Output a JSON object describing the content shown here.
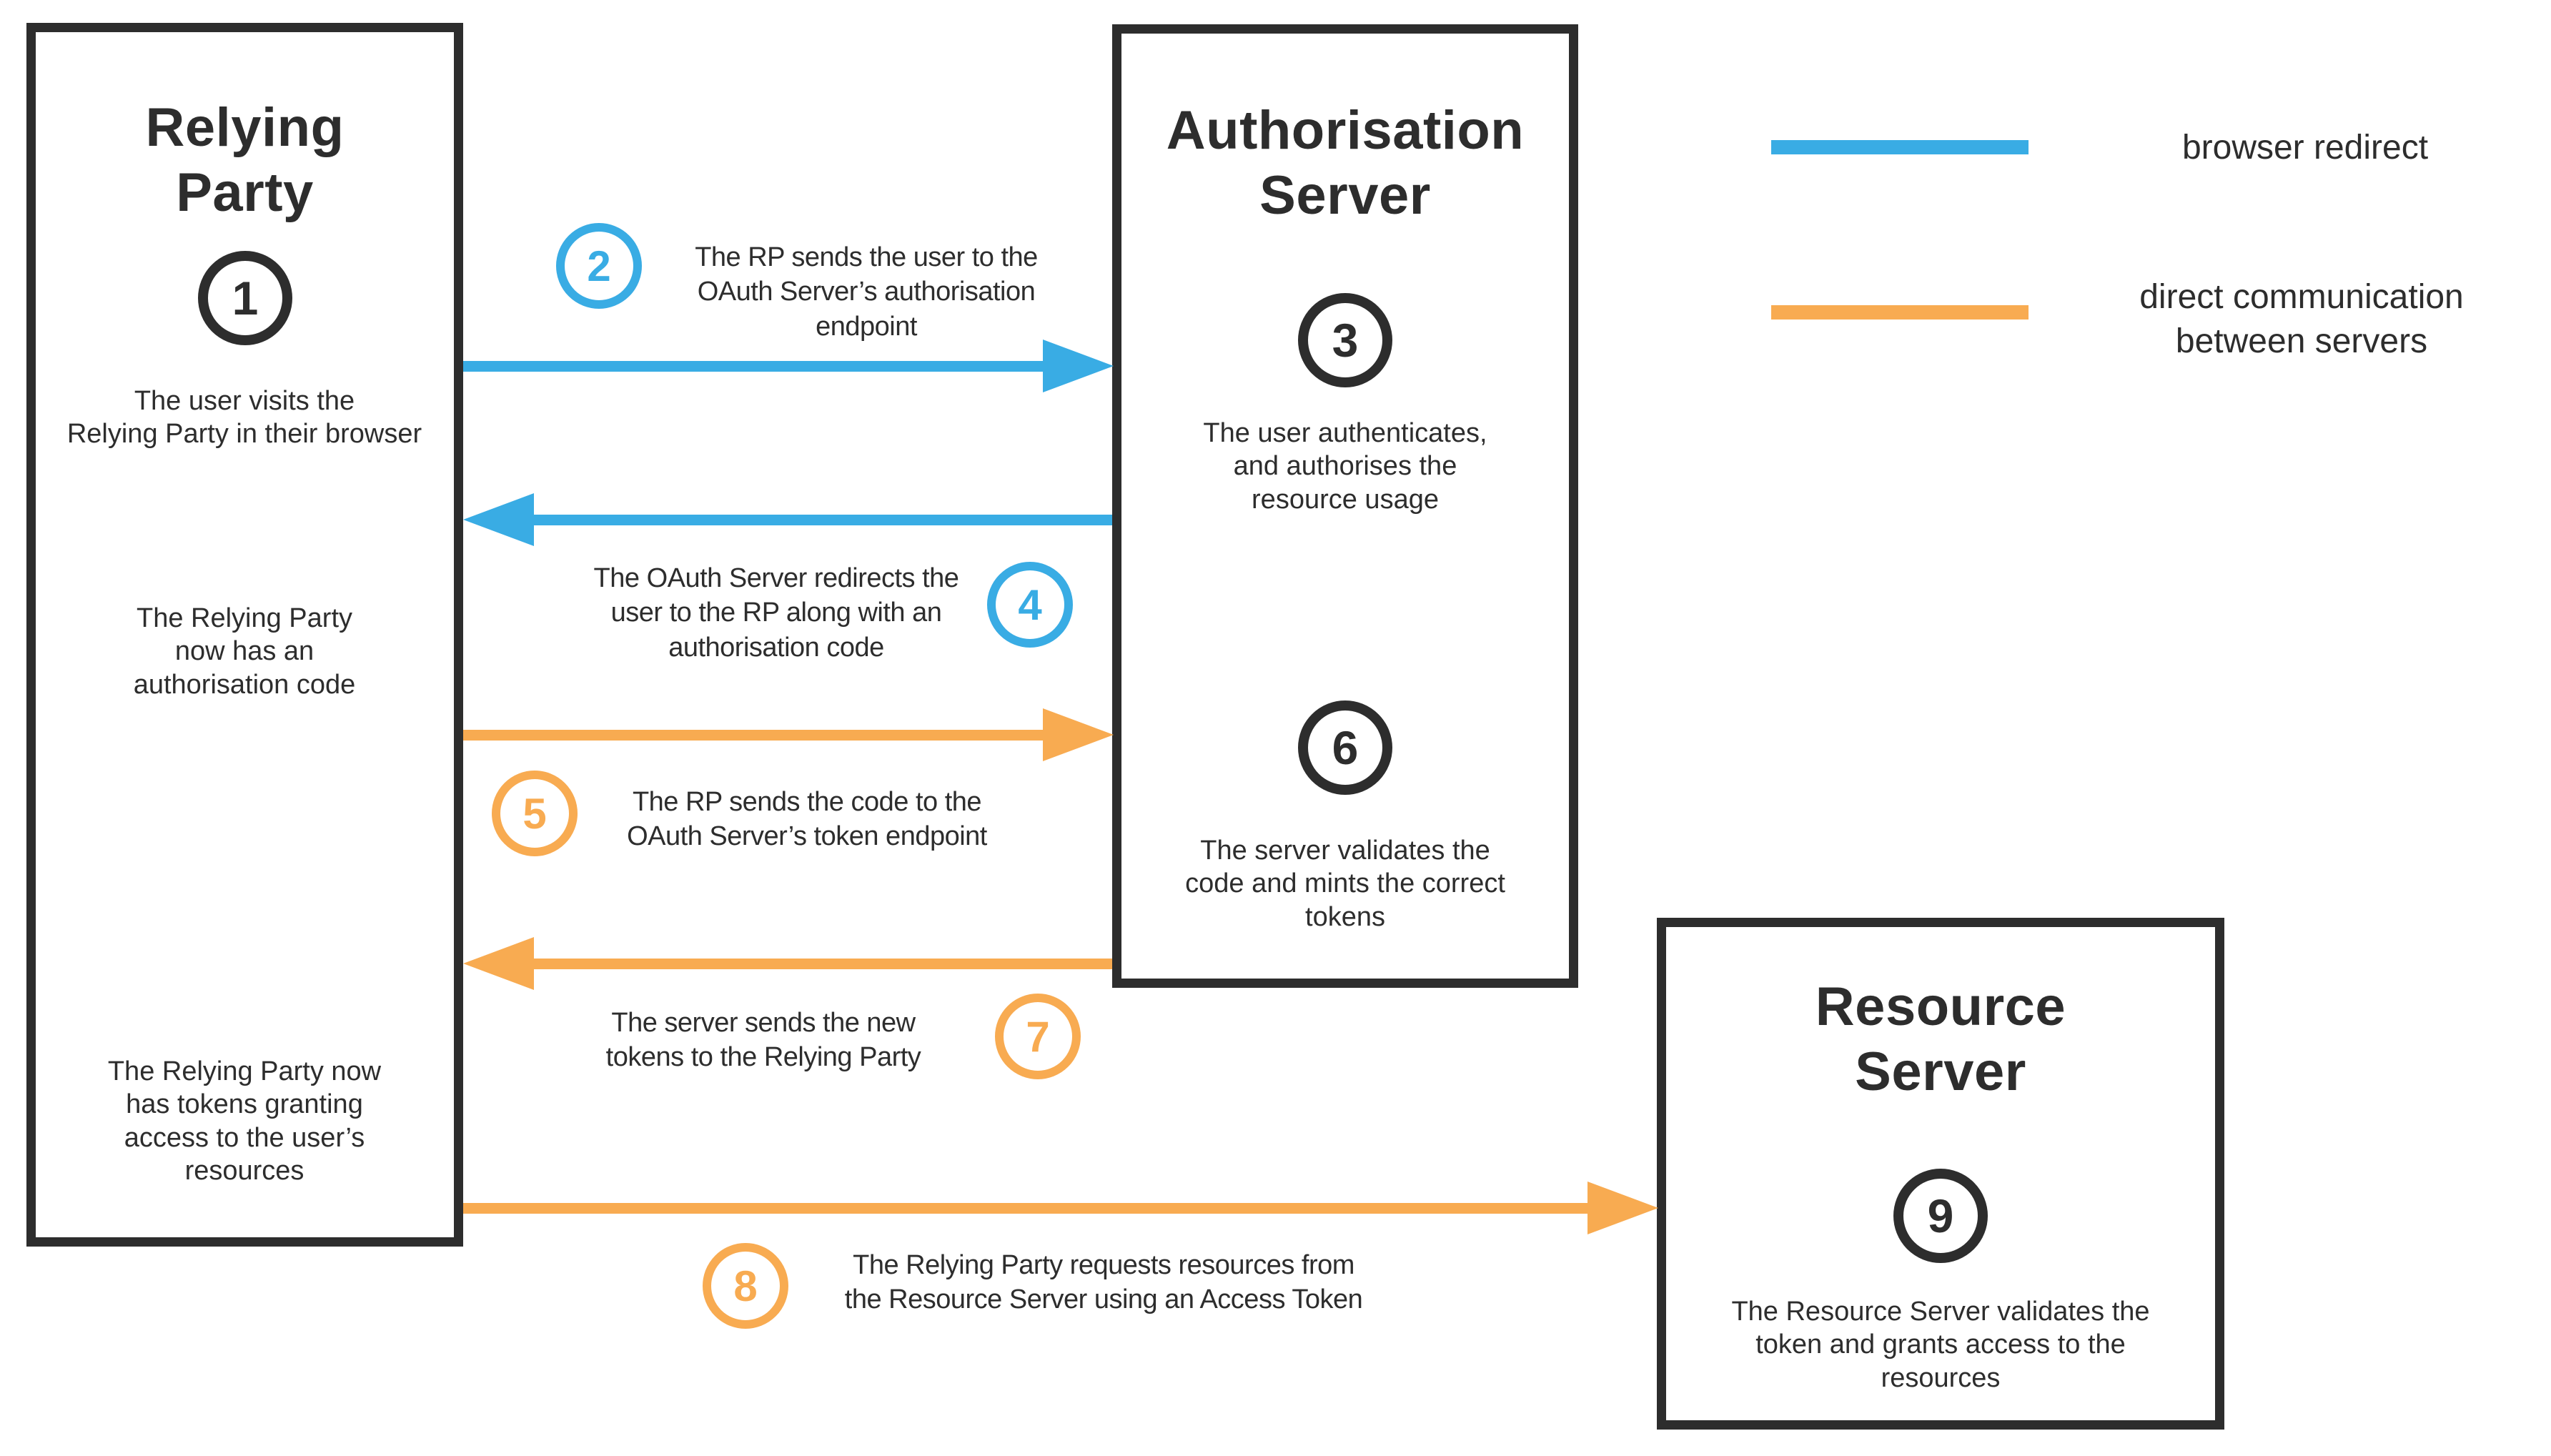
{
  "diagram": {
    "colors": {
      "blue": "#39ACE4",
      "orange": "#F8AB51",
      "dark": "#2D2D2D"
    },
    "relying_party": {
      "title": [
        "Relying",
        "Party"
      ],
      "step1_number": "1",
      "step1_text": [
        "The user visits the",
        "Relying Party in their browser"
      ],
      "note_auth_code": [
        "The Relying Party",
        "now has an",
        "authorisation code"
      ],
      "note_tokens": [
        "The Relying Party now",
        "has tokens granting",
        "access to the user’s",
        "resources"
      ]
    },
    "authorisation_server": {
      "title": [
        "Authorisation",
        "Server"
      ],
      "step3_number": "3",
      "step3_text": [
        "The user authenticates,",
        "and authorises the",
        "resource usage"
      ],
      "step6_number": "6",
      "step6_text": [
        "The server validates the",
        "code and mints the correct",
        "tokens"
      ]
    },
    "resource_server": {
      "title": [
        "Resource",
        "Server"
      ],
      "step9_number": "9",
      "step9_text": [
        "The Resource Server validates the",
        "token and grants access to the",
        "resources"
      ]
    },
    "arrows": {
      "step2": {
        "number": "2",
        "text": [
          "The RP sends the user to the",
          "OAuth Server’s authorisation",
          "endpoint"
        ]
      },
      "step4": {
        "number": "4",
        "text": [
          "The OAuth Server redirects the",
          "user to the RP along with an",
          "authorisation code"
        ]
      },
      "step5": {
        "number": "5",
        "text": [
          "The RP sends the code to the",
          "OAuth Server’s token endpoint"
        ]
      },
      "step7": {
        "number": "7",
        "text": [
          "The server sends the new",
          "tokens to the Relying Party"
        ]
      },
      "step8": {
        "number": "8",
        "text": [
          "The Relying Party requests resources from",
          "the Resource Server using an Access Token"
        ]
      }
    },
    "legend": {
      "browser_redirect": "browser redirect",
      "direct_communication": [
        "direct communication",
        "between servers"
      ]
    }
  }
}
